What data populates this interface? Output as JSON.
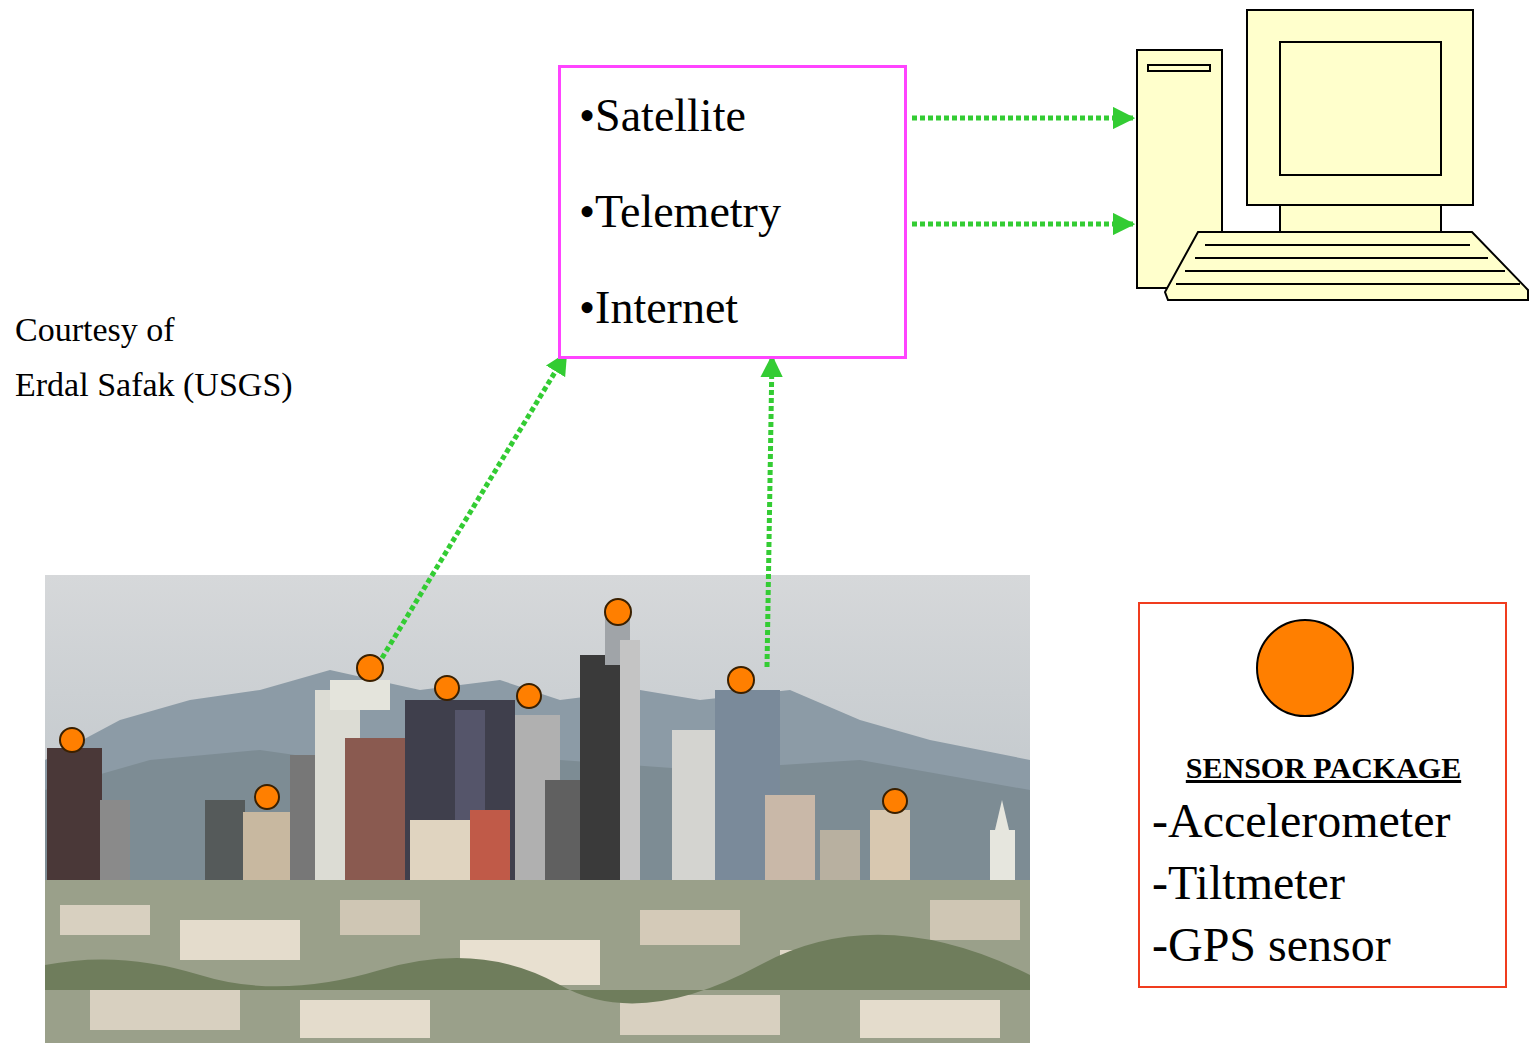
{
  "diagram": {
    "nodes": [
      {
        "text": [
          "•Satellite",
          "•Telemetry",
          "•Internet"
        ]
      },
      {
        "text": [
          "SENSOR PACKAGE",
          "-Accelerometer",
          "-Tiltmeter",
          "-GPS sensor"
        ]
      }
    ],
    "labels": [
      "Courtesy of",
      "Erdal Safak (USGS)"
    ]
  }
}
